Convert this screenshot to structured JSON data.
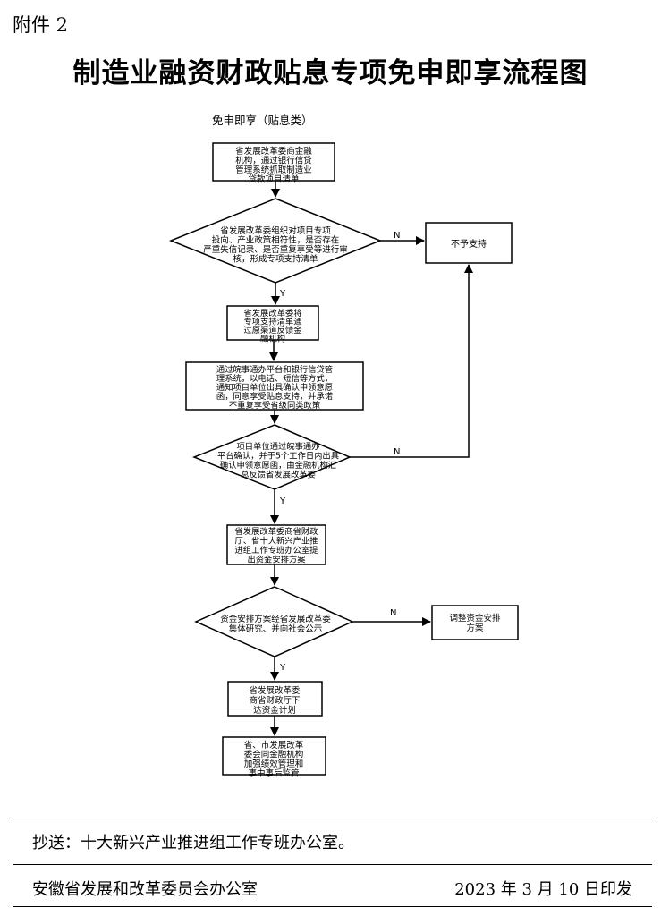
{
  "header": {
    "attachment_label": "附件 2",
    "title": "制造业融资财政贴息专项免申即享流程图"
  },
  "flow": {
    "category_label": "免申即享（贴息类）",
    "step1": [
      "省发展改革委商金融",
      "机构，通过银行信贷",
      "管理系统抓取制造业",
      "贷款项目清单"
    ],
    "decision1": [
      "省发展改革委组织对项目专项",
      "投向、产业政策相符性，是否存在",
      "严重失信记录、是否重复享受等进行审",
      "核，形成专项支持清单"
    ],
    "reject1": "不予支持",
    "step2": [
      "省发展改革委将",
      "专项支持清单通",
      "过原渠道反馈金",
      "融机构"
    ],
    "step3": [
      "通过皖事通办平台和银行信贷管",
      "理系统，以电话、短信等方式，",
      "通知项目单位出具确认申领意愿",
      "函，同意享受贴息支持，并承诺",
      "不重复享受省级同类政策"
    ],
    "decision2": [
      "项目单位通过皖事通办",
      "平台确认，并于5个工作日内出具",
      "确认申领意愿函，由金融机构汇",
      "总反馈省发展改革委"
    ],
    "step4": [
      "省发展改革委商省财政",
      "厅、省十大新兴产业推",
      "进组工作专班办公室提",
      "出资金安排方案"
    ],
    "decision3": [
      "资金安排方案经省发展改革委",
      "集体研究、并向社会公示"
    ],
    "reject2": [
      "调整资金安排",
      "方案"
    ],
    "step5": [
      "省发展改革委",
      "商省财政厅下",
      "达资金计划"
    ],
    "step6": [
      "省、市发展改革",
      "委会同金融机构",
      "加强绩效管理和",
      "事中事后监管"
    ],
    "yes_label": "Y",
    "no_label": "N"
  },
  "footer": {
    "cc": "抄送：十大新兴产业推进组工作专班办公室。",
    "issuer": "安徽省发展和改革委员会办公室",
    "date": "2023 年 3 月 10 日印发"
  }
}
